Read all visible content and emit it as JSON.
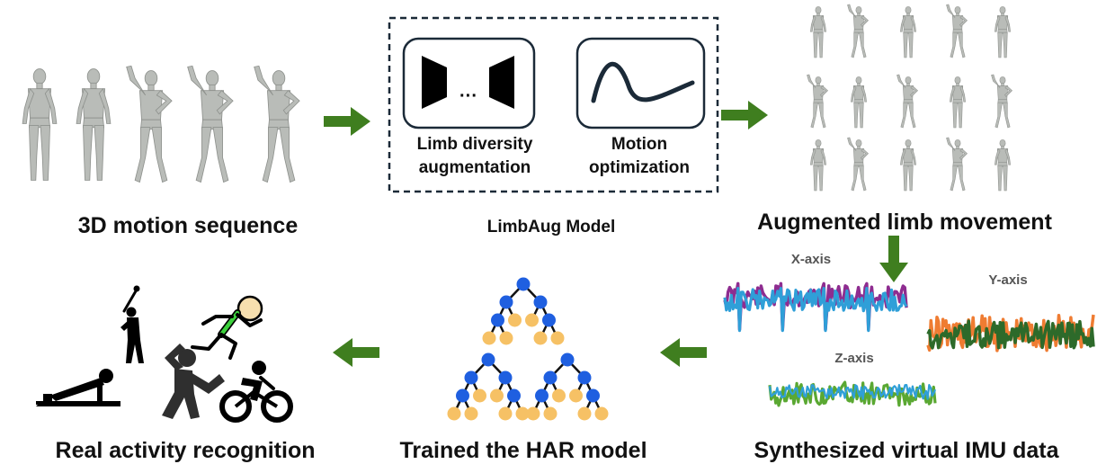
{
  "labels": {
    "motion_sequence": "3D motion sequence",
    "limbaug_model": "LimbAug Model",
    "limb_diversity_line1": "Limb diversity",
    "limb_diversity_line2": "augmentation",
    "motion_opt_line1": "Motion",
    "motion_opt_line2": "optimization",
    "augmented": "Augmented limb movement",
    "imu_data": "Synthesized virtual IMU data",
    "har_model": "Trained the HAR model",
    "real_activity": "Real activity recognition",
    "x_axis": "X-axis",
    "y_axis": "Y-axis",
    "z_axis": "Z-axis",
    "dots": "···"
  },
  "colors": {
    "arrow": "#3f7e1f",
    "mannequin": "#b9bcb8",
    "node_blue": "#1f5fe0",
    "node_orange": "#f6c165",
    "imu_purple": "#8e2c90",
    "imu_blue": "#2f9fd8",
    "imu_orange": "#ef7c32",
    "imu_green": "#2d6a2a",
    "imu_lightgreen": "#5aa832",
    "runner_green": "#3dd13d",
    "runner_head": "#f7dfae"
  }
}
